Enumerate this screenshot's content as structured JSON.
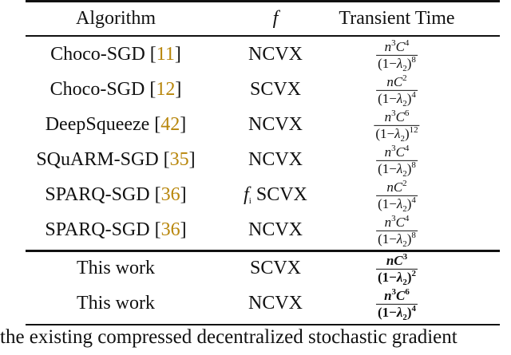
{
  "table": {
    "headers": [
      "Algorithm",
      "f",
      "Transient Time"
    ],
    "rows": [
      {
        "algorithm": "Choco-SGD",
        "cite": "11",
        "f_prefix": "",
        "f": "NCVX",
        "num_n": "3",
        "num_c": "4",
        "den_exp": "8",
        "bold": false
      },
      {
        "algorithm": "Choco-SGD",
        "cite": "12",
        "f_prefix": "",
        "f": "SCVX",
        "num_n": "",
        "num_c": "2",
        "den_exp": "4",
        "bold": false
      },
      {
        "algorithm": "DeepSqueeze",
        "cite": "42",
        "f_prefix": "",
        "f": "NCVX",
        "num_n": "3",
        "num_c": "6",
        "den_exp": "12",
        "bold": false
      },
      {
        "algorithm": "SQuARM-SGD",
        "cite": "35",
        "f_prefix": "",
        "f": "NCVX",
        "num_n": "3",
        "num_c": "4",
        "den_exp": "8",
        "bold": false
      },
      {
        "algorithm": "SPARQ-SGD",
        "cite": "36",
        "f_prefix": "f_i",
        "f": "SCVX",
        "num_n": "",
        "num_c": "2",
        "den_exp": "4",
        "bold": false
      },
      {
        "algorithm": "SPARQ-SGD",
        "cite": "36",
        "f_prefix": "",
        "f": "NCVX",
        "num_n": "3",
        "num_c": "4",
        "den_exp": "8",
        "bold": false
      },
      {
        "algorithm": "This work",
        "cite": "",
        "f_prefix": "",
        "f": "SCVX",
        "num_n": "",
        "num_c": "3",
        "den_exp": "2",
        "bold": true
      },
      {
        "algorithm": "This work",
        "cite": "",
        "f_prefix": "",
        "f": "NCVX",
        "num_n": "3",
        "num_c": "6",
        "den_exp": "4",
        "bold": true
      }
    ],
    "cite_color": "#b8860b"
  },
  "footer": {
    "line1": "the existing compressed decentralized stochastic gradient"
  }
}
